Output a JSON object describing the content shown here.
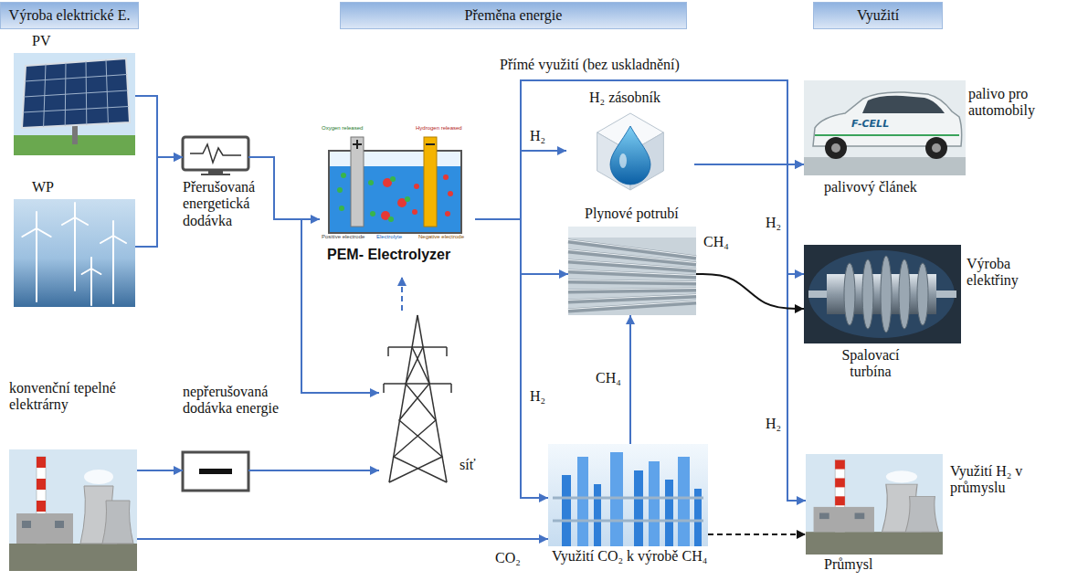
{
  "diagram": {
    "nodes": [
      {
        "text": [
          "Výroba elektrické E."
        ]
      },
      {
        "text": [
          "Přeměna energie"
        ]
      },
      {
        "text": [
          "Využití"
        ]
      },
      {
        "text": [
          "PV"
        ]
      },
      {
        "text": [
          "WP"
        ]
      },
      {
        "text": [
          "Přerušovaná energetická dodávka"
        ]
      },
      {
        "text": [
          "Oxygen released",
          "Hydrogen released",
          "Positive electrode",
          "Electrolyte",
          "Negative electrode",
          "PEM- Electrolyzer"
        ]
      },
      {
        "text": [
          "H₂ zásobník"
        ]
      },
      {
        "text": [
          "palivo pro automobily",
          "F-CELL",
          "palivový článek"
        ]
      },
      {
        "text": [
          "Plynové potrubí"
        ]
      },
      {
        "text": [
          "Výroba elektřiny",
          "Spalovací turbína"
        ]
      },
      {
        "text": [
          "konvenční tepelné elektrárny"
        ]
      },
      {
        "text": [
          "nepřerušovaná dodávka energie"
        ]
      },
      {
        "text": [
          "síť"
        ]
      },
      {
        "text": [
          "Využití CO₂ k výrobě CH₄"
        ]
      },
      {
        "text": [
          "Využití H₂ v průmyslu",
          "Průmysl"
        ]
      }
    ],
    "edges": [
      {
        "from": 3,
        "to": 5,
        "arrow": "to"
      },
      {
        "from": 4,
        "to": 5,
        "arrow": "to"
      },
      {
        "from": 5,
        "to": 6,
        "arrow": "to"
      },
      {
        "from": 5,
        "to": 13,
        "arrow": "to"
      },
      {
        "from": 11,
        "to": 12,
        "arrow": "to"
      },
      {
        "from": 12,
        "to": 13,
        "arrow": "to"
      },
      {
        "from": 13,
        "to": 6,
        "arrow": "to"
      },
      {
        "from": 6,
        "to": 7,
        "label": "H₂",
        "arrow": "to"
      },
      {
        "from": 6,
        "to": 8,
        "label": "Přímé využití (bez uskladnění)",
        "arrow": "to"
      },
      {
        "from": 7,
        "to": 8,
        "arrow": "to"
      },
      {
        "from": 6,
        "to": 9,
        "arrow": "to"
      },
      {
        "from": 6,
        "to": 10,
        "label": "H₂",
        "arrow": "to"
      },
      {
        "from": 6,
        "to": 15,
        "label": "H₂",
        "arrow": "to"
      },
      {
        "from": 6,
        "to": 14,
        "label": "H₂",
        "arrow": "to"
      },
      {
        "from": 14,
        "to": 9,
        "label": "CH₄",
        "arrow": "to"
      },
      {
        "from": 9,
        "to": 10,
        "label": "CH₄",
        "arrow": "to"
      },
      {
        "from": 11,
        "to": 14,
        "label": "CO₂",
        "arrow": "to"
      },
      {
        "from": 14,
        "to": 15,
        "arrow": "to"
      }
    ]
  }
}
